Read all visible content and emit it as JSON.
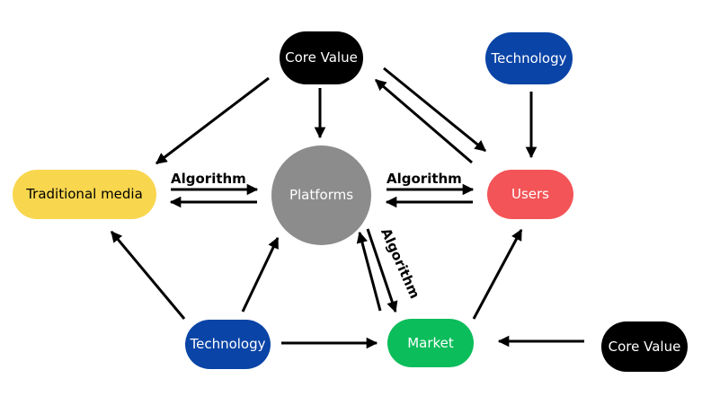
{
  "nodes": {
    "core_value_top": {
      "label": "Core Value",
      "bg": "#000000",
      "fg": "#ffffff"
    },
    "technology_top_right": {
      "label": "Technology",
      "bg": "#0a44a6",
      "fg": "#ffffff"
    },
    "traditional_media": {
      "label": "Traditional media",
      "bg": "#f8d64e",
      "fg": "#000000"
    },
    "platforms": {
      "label": "Platforms",
      "bg": "#8c8c8c",
      "fg": "#ffffff"
    },
    "users": {
      "label": "Users",
      "bg": "#f35457",
      "fg": "#ffffff"
    },
    "technology_bottom": {
      "label": "Technology",
      "bg": "#0a44a6",
      "fg": "#ffffff"
    },
    "market": {
      "label": "Market",
      "bg": "#0bbd5b",
      "fg": "#ffffff"
    },
    "core_value_bottom_right": {
      "label": "Core Value",
      "bg": "#000000",
      "fg": "#ffffff"
    }
  },
  "edge_labels": {
    "media_platforms": "Algorithm",
    "platforms_users": "Algorithm",
    "platforms_market": "Algorithm"
  },
  "arrow_color": "#000000"
}
